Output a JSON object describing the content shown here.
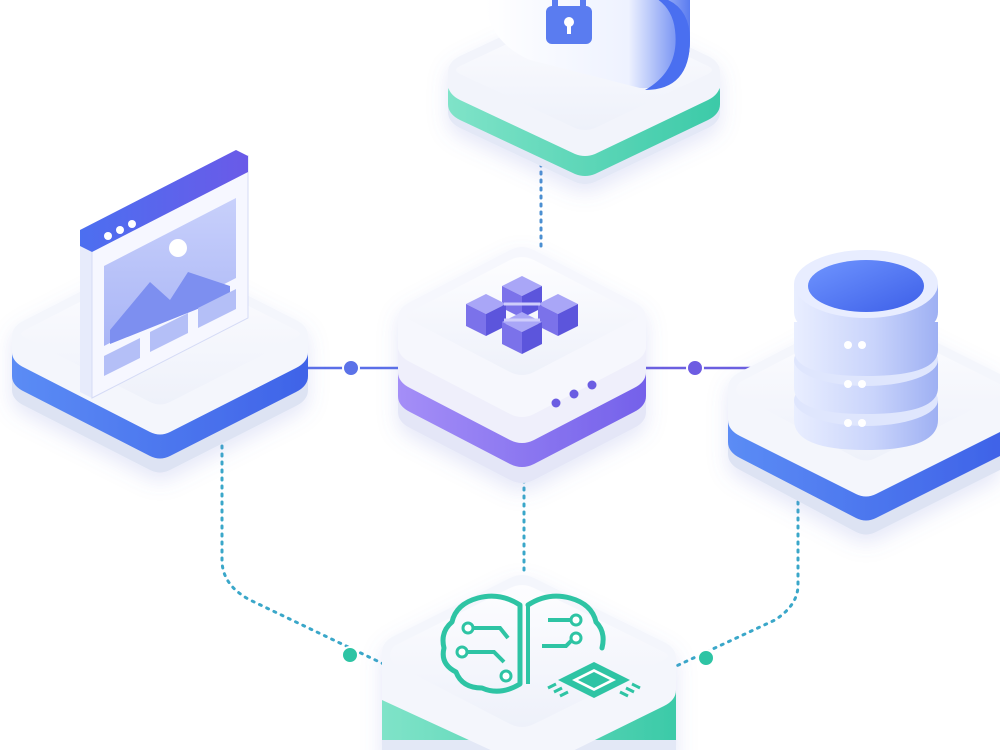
{
  "diagram": {
    "nodes": [
      {
        "id": "cloud",
        "name": "cloud-security-platform",
        "icon": "cloud-lock-icon"
      },
      {
        "id": "web",
        "name": "web-app-platform",
        "icon": "browser-window-icon"
      },
      {
        "id": "hub",
        "name": "central-hub-platform",
        "icon": "cube-cluster-icon"
      },
      {
        "id": "db",
        "name": "database-platform",
        "icon": "database-cylinder-icon"
      },
      {
        "id": "ai",
        "name": "ai-chip-platform",
        "icon": "brain-circuit-icon"
      }
    ],
    "edges": [
      {
        "from": "cloud",
        "to": "hub",
        "style": "dotted"
      },
      {
        "from": "web",
        "to": "hub",
        "style": "solid"
      },
      {
        "from": "hub",
        "to": "db",
        "style": "solid"
      },
      {
        "from": "hub",
        "to": "ai",
        "style": "dotted"
      },
      {
        "from": "web",
        "to": "ai",
        "style": "dotted"
      },
      {
        "from": "db",
        "to": "ai",
        "style": "dotted"
      }
    ]
  },
  "colors": {
    "primary_blue": "#4f6ef0",
    "indigo": "#5b5ce6",
    "violet": "#8b78f0",
    "teal": "#2ec4a4",
    "dotted_line": "#3aa7c9",
    "tile_face": "#f3f5fb",
    "tile_shadow": "#dde2f1"
  }
}
